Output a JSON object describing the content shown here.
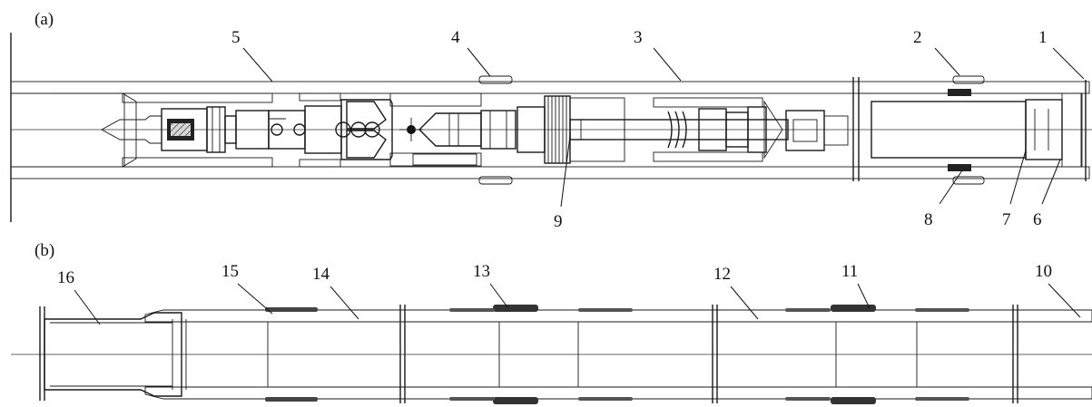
{
  "panels": [
    {
      "id": "a",
      "label": "(a)",
      "callouts": [
        "1",
        "2",
        "3",
        "4",
        "5",
        "6",
        "7",
        "8",
        "9"
      ]
    },
    {
      "id": "b",
      "label": "(b)",
      "callouts": [
        "10",
        "11",
        "12",
        "13",
        "14",
        "15",
        "16"
      ]
    }
  ],
  "colors": {
    "ink": "#1a1a1a",
    "hatch": "#555555",
    "background": "#ffffff"
  }
}
